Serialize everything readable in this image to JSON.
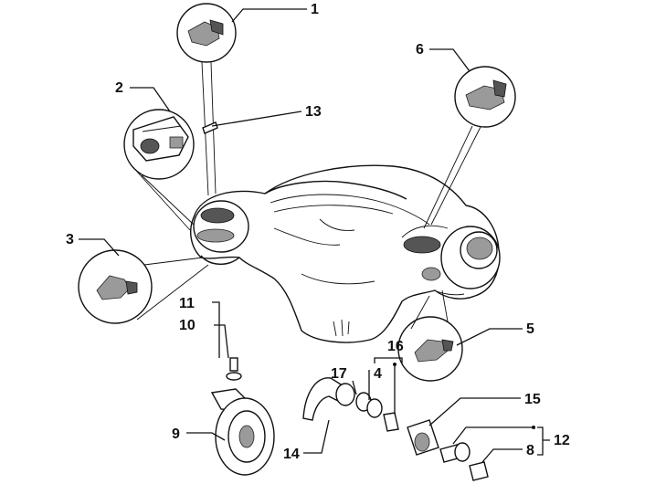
{
  "callouts": [
    {
      "id": "1",
      "label": "1"
    },
    {
      "id": "2",
      "label": "2"
    },
    {
      "id": "3",
      "label": "3"
    },
    {
      "id": "4",
      "label": "4"
    },
    {
      "id": "5",
      "label": "5"
    },
    {
      "id": "6",
      "label": "6"
    },
    {
      "id": "8",
      "label": "8"
    },
    {
      "id": "9",
      "label": "9"
    },
    {
      "id": "10",
      "label": "10"
    },
    {
      "id": "11",
      "label": "11"
    },
    {
      "id": "12",
      "label": "12"
    },
    {
      "id": "13",
      "label": "13"
    },
    {
      "id": "14",
      "label": "14"
    },
    {
      "id": "15",
      "label": "15"
    },
    {
      "id": "16",
      "label": "16"
    },
    {
      "id": "17",
      "label": "17"
    }
  ]
}
